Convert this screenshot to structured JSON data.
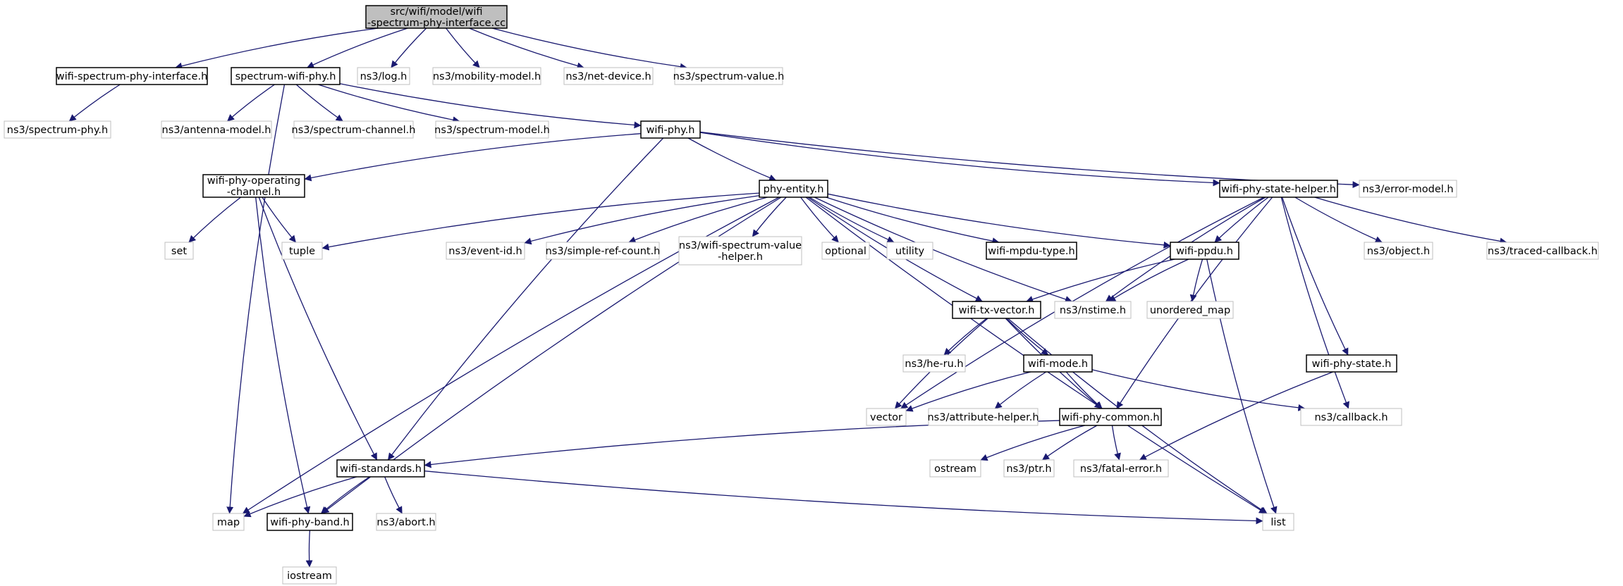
{
  "colors": {
    "edge": "#191970",
    "root_fill": "#bfbfbf",
    "local_border": "#000000",
    "external_border": "#bfbfbf",
    "text": "#000000"
  },
  "nodes": [
    {
      "id": "root",
      "lines": [
        "src/wifi/model/wifi",
        "-spectrum-phy-interface.cc"
      ],
      "kind": "root"
    },
    {
      "id": "wspi",
      "lines": [
        "wifi-spectrum-phy-interface.h"
      ],
      "kind": "local"
    },
    {
      "id": "swp",
      "lines": [
        "spectrum-wifi-phy.h"
      ],
      "kind": "local"
    },
    {
      "id": "log",
      "lines": [
        "ns3/log.h"
      ],
      "kind": "external"
    },
    {
      "id": "mob",
      "lines": [
        "ns3/mobility-model.h"
      ],
      "kind": "external"
    },
    {
      "id": "netdev",
      "lines": [
        "ns3/net-device.h"
      ],
      "kind": "external"
    },
    {
      "id": "specval",
      "lines": [
        "ns3/spectrum-value.h"
      ],
      "kind": "external"
    },
    {
      "id": "specphy",
      "lines": [
        "ns3/spectrum-phy.h"
      ],
      "kind": "external"
    },
    {
      "id": "ant",
      "lines": [
        "ns3/antenna-model.h"
      ],
      "kind": "external"
    },
    {
      "id": "specchan",
      "lines": [
        "ns3/spectrum-channel.h"
      ],
      "kind": "external"
    },
    {
      "id": "specmodel",
      "lines": [
        "ns3/spectrum-model.h"
      ],
      "kind": "external"
    },
    {
      "id": "wifiphy",
      "lines": [
        "wifi-phy.h"
      ],
      "kind": "local"
    },
    {
      "id": "opch",
      "lines": [
        "wifi-phy-operating",
        "-channel.h"
      ],
      "kind": "local"
    },
    {
      "id": "phyent",
      "lines": [
        "phy-entity.h"
      ],
      "kind": "local"
    },
    {
      "id": "stateh",
      "lines": [
        "wifi-phy-state-helper.h"
      ],
      "kind": "local"
    },
    {
      "id": "errmodel",
      "lines": [
        "ns3/error-model.h"
      ],
      "kind": "external"
    },
    {
      "id": "set",
      "lines": [
        "set"
      ],
      "kind": "external"
    },
    {
      "id": "tuple",
      "lines": [
        "tuple"
      ],
      "kind": "external"
    },
    {
      "id": "eventid",
      "lines": [
        "ns3/event-id.h"
      ],
      "kind": "external"
    },
    {
      "id": "simpleref",
      "lines": [
        "ns3/simple-ref-count.h"
      ],
      "kind": "external"
    },
    {
      "id": "wsvh",
      "lines": [
        "ns3/wifi-spectrum-value",
        "-helper.h"
      ],
      "kind": "external"
    },
    {
      "id": "optional",
      "lines": [
        "optional"
      ],
      "kind": "external"
    },
    {
      "id": "utility",
      "lines": [
        "utility"
      ],
      "kind": "external"
    },
    {
      "id": "mpdutype",
      "lines": [
        "wifi-mpdu-type.h"
      ],
      "kind": "local"
    },
    {
      "id": "ppdu",
      "lines": [
        "wifi-ppdu.h"
      ],
      "kind": "local"
    },
    {
      "id": "object",
      "lines": [
        "ns3/object.h"
      ],
      "kind": "external"
    },
    {
      "id": "traced",
      "lines": [
        "ns3/traced-callback.h"
      ],
      "kind": "external"
    },
    {
      "id": "txvec",
      "lines": [
        "wifi-tx-vector.h"
      ],
      "kind": "local"
    },
    {
      "id": "nstime",
      "lines": [
        "ns3/nstime.h"
      ],
      "kind": "external"
    },
    {
      "id": "umap",
      "lines": [
        "unordered_map"
      ],
      "kind": "external"
    },
    {
      "id": "heru",
      "lines": [
        "ns3/he-ru.h"
      ],
      "kind": "external"
    },
    {
      "id": "mode",
      "lines": [
        "wifi-mode.h"
      ],
      "kind": "local"
    },
    {
      "id": "phystate",
      "lines": [
        "wifi-phy-state.h"
      ],
      "kind": "local"
    },
    {
      "id": "vector",
      "lines": [
        "vector"
      ],
      "kind": "external"
    },
    {
      "id": "attrhelper",
      "lines": [
        "ns3/attribute-helper.h"
      ],
      "kind": "external"
    },
    {
      "id": "common",
      "lines": [
        "wifi-phy-common.h"
      ],
      "kind": "local"
    },
    {
      "id": "callback",
      "lines": [
        "ns3/callback.h"
      ],
      "kind": "external"
    },
    {
      "id": "standards",
      "lines": [
        "wifi-standards.h"
      ],
      "kind": "local"
    },
    {
      "id": "ostream",
      "lines": [
        "ostream"
      ],
      "kind": "external"
    },
    {
      "id": "ptr",
      "lines": [
        "ns3/ptr.h"
      ],
      "kind": "external"
    },
    {
      "id": "fatal",
      "lines": [
        "ns3/fatal-error.h"
      ],
      "kind": "external"
    },
    {
      "id": "map",
      "lines": [
        "map"
      ],
      "kind": "external"
    },
    {
      "id": "band",
      "lines": [
        "wifi-phy-band.h"
      ],
      "kind": "local"
    },
    {
      "id": "abort",
      "lines": [
        "ns3/abort.h"
      ],
      "kind": "external"
    },
    {
      "id": "list",
      "lines": [
        "list"
      ],
      "kind": "external"
    },
    {
      "id": "iostream",
      "lines": [
        "iostream"
      ],
      "kind": "external"
    }
  ],
  "edges": [
    [
      "root",
      "wspi"
    ],
    [
      "root",
      "swp"
    ],
    [
      "root",
      "log"
    ],
    [
      "root",
      "mob"
    ],
    [
      "root",
      "netdev"
    ],
    [
      "root",
      "specval"
    ],
    [
      "wspi",
      "specphy"
    ],
    [
      "swp",
      "map"
    ],
    [
      "swp",
      "ant"
    ],
    [
      "swp",
      "specchan"
    ],
    [
      "swp",
      "specmodel"
    ],
    [
      "swp",
      "wifiphy"
    ],
    [
      "wifiphy",
      "opch"
    ],
    [
      "wifiphy",
      "standards"
    ],
    [
      "wifiphy",
      "phyent"
    ],
    [
      "wifiphy",
      "stateh"
    ],
    [
      "wifiphy",
      "errmodel"
    ],
    [
      "opch",
      "set"
    ],
    [
      "opch",
      "tuple"
    ],
    [
      "opch",
      "band"
    ],
    [
      "opch",
      "standards"
    ],
    [
      "phyent",
      "tuple"
    ],
    [
      "phyent",
      "map"
    ],
    [
      "phyent",
      "band"
    ],
    [
      "phyent",
      "eventid"
    ],
    [
      "phyent",
      "simpleref"
    ],
    [
      "phyent",
      "wsvh"
    ],
    [
      "phyent",
      "optional"
    ],
    [
      "phyent",
      "utility"
    ],
    [
      "phyent",
      "mpdutype"
    ],
    [
      "phyent",
      "ppdu"
    ],
    [
      "phyent",
      "txvec"
    ],
    [
      "phyent",
      "nstime"
    ],
    [
      "phyent",
      "list"
    ],
    [
      "stateh",
      "vector"
    ],
    [
      "stateh",
      "ppdu"
    ],
    [
      "stateh",
      "nstime"
    ],
    [
      "stateh",
      "common"
    ],
    [
      "stateh",
      "callback"
    ],
    [
      "stateh",
      "object"
    ],
    [
      "stateh",
      "traced"
    ],
    [
      "stateh",
      "phystate"
    ],
    [
      "ppdu",
      "txvec"
    ],
    [
      "ppdu",
      "nstime"
    ],
    [
      "ppdu",
      "umap"
    ],
    [
      "ppdu",
      "list"
    ],
    [
      "txvec",
      "heru"
    ],
    [
      "txvec",
      "vector"
    ],
    [
      "txvec",
      "mode"
    ],
    [
      "txvec",
      "common"
    ],
    [
      "txvec",
      "list"
    ],
    [
      "mode",
      "vector"
    ],
    [
      "mode",
      "attrhelper"
    ],
    [
      "mode",
      "common"
    ],
    [
      "mode",
      "callback"
    ],
    [
      "phystate",
      "fatal"
    ],
    [
      "common",
      "standards"
    ],
    [
      "common",
      "ostream"
    ],
    [
      "common",
      "ptr"
    ],
    [
      "common",
      "fatal"
    ],
    [
      "standards",
      "map"
    ],
    [
      "standards",
      "band"
    ],
    [
      "standards",
      "abort"
    ],
    [
      "standards",
      "list"
    ],
    [
      "band",
      "iostream"
    ]
  ]
}
